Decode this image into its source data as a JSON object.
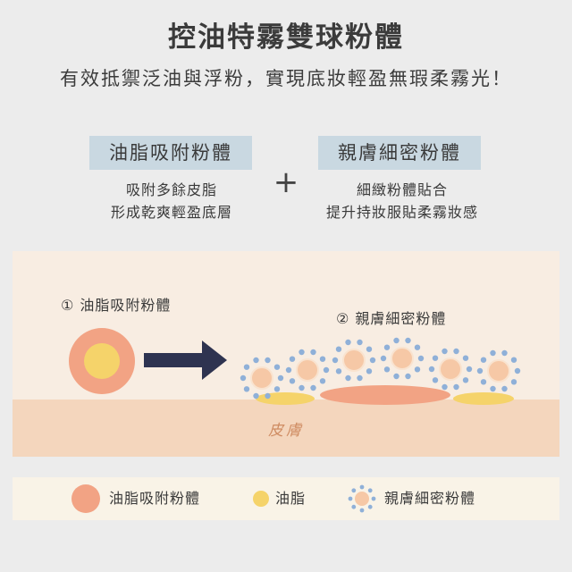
{
  "header": {
    "title": "控油特霧雙球粉體",
    "subtitle": "有效抵禦泛油與浮粉，實現底妝輕盈無瑕柔霧光！"
  },
  "features": {
    "left": {
      "label": "油脂吸附粉體",
      "lines": [
        "吸附多餘皮脂",
        "形成乾爽輕盈底層"
      ]
    },
    "plus": "+",
    "right": {
      "label": "親膚細密粉體",
      "lines": [
        "細緻粉體貼合",
        "提升持妝服貼柔霧妝感"
      ]
    }
  },
  "diagram": {
    "step1_label": "① 油脂吸附粉體",
    "step2_label": "② 親膚細密粉體",
    "skin_label": "皮膚",
    "colors": {
      "panel": "#f8ede2",
      "skin": "#f4d6bd",
      "absorb_powder": "#f2a384",
      "oil": "#f5d36a",
      "fine_powder_core": "#f6c8a6",
      "fine_powder_dots": "#8fb0d8",
      "arrow": "#2e3350"
    }
  },
  "legend": {
    "items": [
      {
        "label": "油脂吸附粉體",
        "icon": "orange-circle-icon"
      },
      {
        "label": "油脂",
        "icon": "yellow-circle-icon"
      },
      {
        "label": "親膚細密粉體",
        "icon": "dotted-powder-icon"
      }
    ]
  }
}
